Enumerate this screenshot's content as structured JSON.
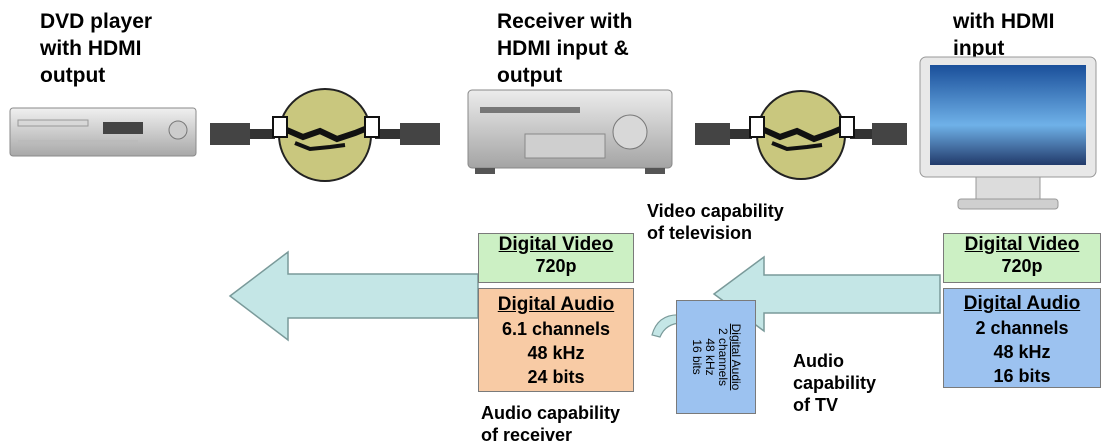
{
  "labels": {
    "dvd": "DVD player\nwith HDMI\noutput",
    "receiver": "Receiver with\nHDMI input &\noutput",
    "tv": "with HDMI\ninput",
    "video_capability_tv": "Video capability\nof television",
    "audio_capability_receiver": "Audio capability\nof receiver",
    "audio_capability_tv": "Audio\ncapability\nof TV"
  },
  "receiver_boxes": {
    "video": {
      "title": "Digital Video",
      "value": "720p"
    },
    "audio": {
      "title": "Digital Audio",
      "lines": [
        "6.1 channels",
        "48 kHz",
        "24 bits"
      ]
    }
  },
  "tv_boxes": {
    "video": {
      "title": "Digital Video",
      "value": "720p"
    },
    "audio": {
      "title": "Digital Audio",
      "lines": [
        "2 channels",
        "48 kHz",
        "16 bits"
      ]
    }
  },
  "rotated_box": {
    "title": "Digital Audio",
    "lines": [
      "2 channels",
      "48 kHz",
      "16 bits"
    ]
  },
  "colors": {
    "video_box": "#ccf0c4",
    "receiver_audio_box": "#f8cba5",
    "tv_audio_box": "#9cc2f0",
    "arrow": "#c4e6e6",
    "handshake_circle": "#c9c77e"
  },
  "icons": [
    "dvd-player",
    "hdmi-cable-handshake",
    "av-receiver",
    "hdmi-cable-handshake",
    "flat-panel-tv",
    "curved-arrow"
  ]
}
